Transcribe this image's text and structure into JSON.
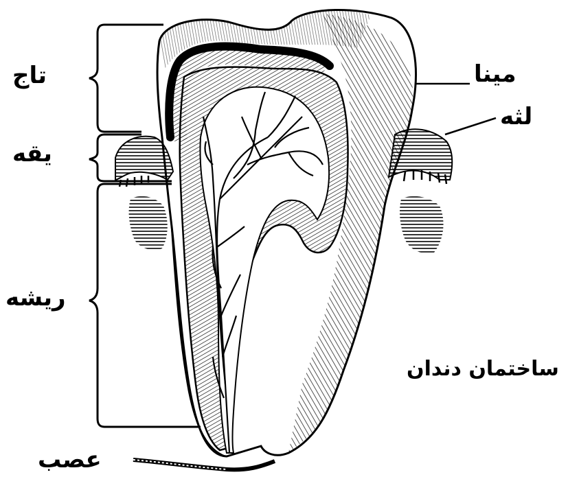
{
  "labels": {
    "crown": "تاج",
    "neck": "یقه",
    "root": "ریشه",
    "nerve": "عصب",
    "enamel": "مینا",
    "gum": "لثه"
  },
  "caption": "ساختمان دندان",
  "colors": {
    "ink": "#000000",
    "background": "#ffffff"
  }
}
